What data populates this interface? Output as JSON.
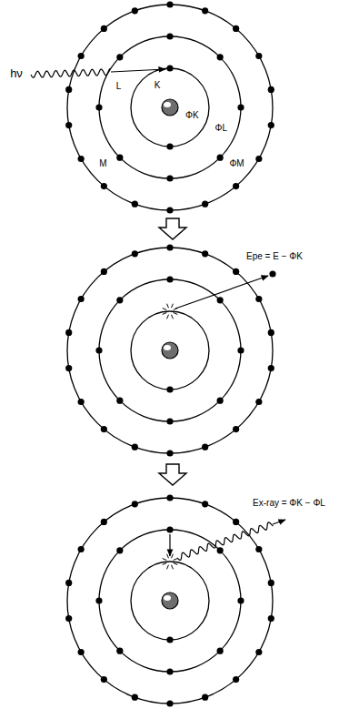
{
  "diagram": {
    "labels": [
      "hν",
      "K",
      "L",
      "M",
      "ΦK",
      "ΦL",
      "ΦM",
      "Epe = E − ΦK",
      "Ex-ray = ΦK − ΦL"
    ]
  }
}
